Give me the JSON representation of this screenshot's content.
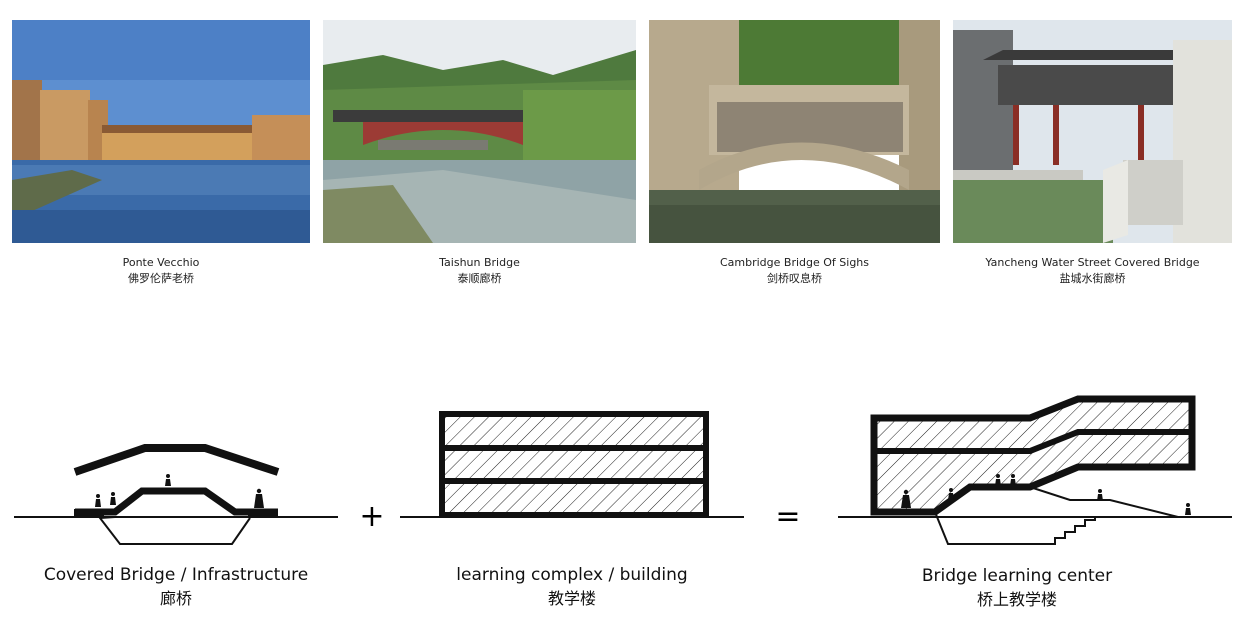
{
  "examples": [
    {
      "name_en": "Ponte Vecchio",
      "name_zh": "佛罗伦萨老桥"
    },
    {
      "name_en": "Taishun Bridge",
      "name_zh": "泰顺廊桥"
    },
    {
      "name_en": "Cambridge Bridge Of Sighs",
      "name_zh": "剑桥叹息桥"
    },
    {
      "name_en": "Yancheng Water Street Covered Bridge",
      "name_zh": "盐城水街廊桥"
    }
  ],
  "diagram": {
    "part_a": {
      "label_en": "Covered Bridge / Infrastructure",
      "label_zh": "廊桥"
    },
    "operator_plus": "+",
    "part_b": {
      "label_en": "learning complex / building",
      "label_zh": "教学楼"
    },
    "operator_equals": "=",
    "result": {
      "label_en": "Bridge learning center",
      "label_zh": "桥上教学楼"
    }
  }
}
